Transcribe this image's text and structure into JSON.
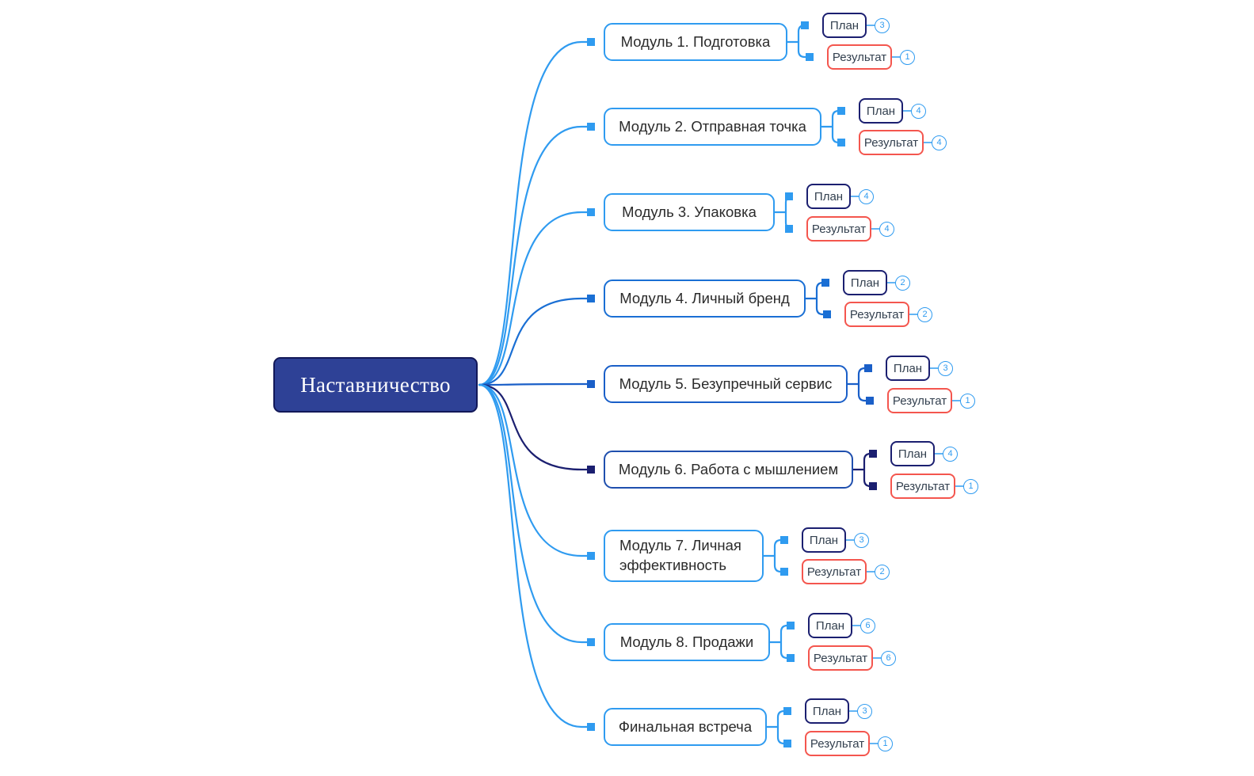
{
  "mindmap": {
    "root": {
      "label": "Наставничество",
      "fill": "#2e4196",
      "stroke": "#121858",
      "text_color": "#ffffff"
    },
    "leaf_titles": {
      "plan": "План",
      "result": "Результат"
    },
    "colors": {
      "branch_light": "#2f9bf0",
      "branch_mid": "#1a6fd4",
      "branch_dark": "#1b1f70",
      "plan_border": "#1b1f70",
      "result_border": "#f4564e",
      "badge": "#2f9bf0",
      "node_text": "#2b2b2b",
      "background": "#ffffff"
    },
    "branches": [
      {
        "label": "Модуль 1. Подготовка",
        "branch_color": "#2f9bf0",
        "plan_count": "3",
        "result_count": "1"
      },
      {
        "label": "Модуль 2. Отправная точка",
        "branch_color": "#2f9bf0",
        "plan_count": "4",
        "result_count": "4"
      },
      {
        "label": "Модуль 3. Упаковка",
        "branch_color": "#2f9bf0",
        "plan_count": "4",
        "result_count": "4"
      },
      {
        "label": "Модуль 4. Личный бренд",
        "branch_color": "#1a6fd4",
        "plan_count": "2",
        "result_count": "2"
      },
      {
        "label": "Модуль 5. Безупречный сервис",
        "branch_color": "#1a5fc8",
        "plan_count": "3",
        "result_count": "1"
      },
      {
        "label": "Модуль 6. Работа с мышлением",
        "branch_color": "#1b1f70",
        "plan_count": "4",
        "result_count": "1"
      },
      {
        "label": " Модуль 7. Личная эффективность",
        "branch_color": "#2f9bf0",
        "plan_count": "3",
        "result_count": "2"
      },
      {
        "label": "Модуль 8. Продажи",
        "branch_color": "#2f9bf0",
        "plan_count": "6",
        "result_count": "6"
      },
      {
        "label": "Финальная встреча",
        "branch_color": "#2f9bf0",
        "plan_count": "3",
        "result_count": "1"
      }
    ]
  }
}
